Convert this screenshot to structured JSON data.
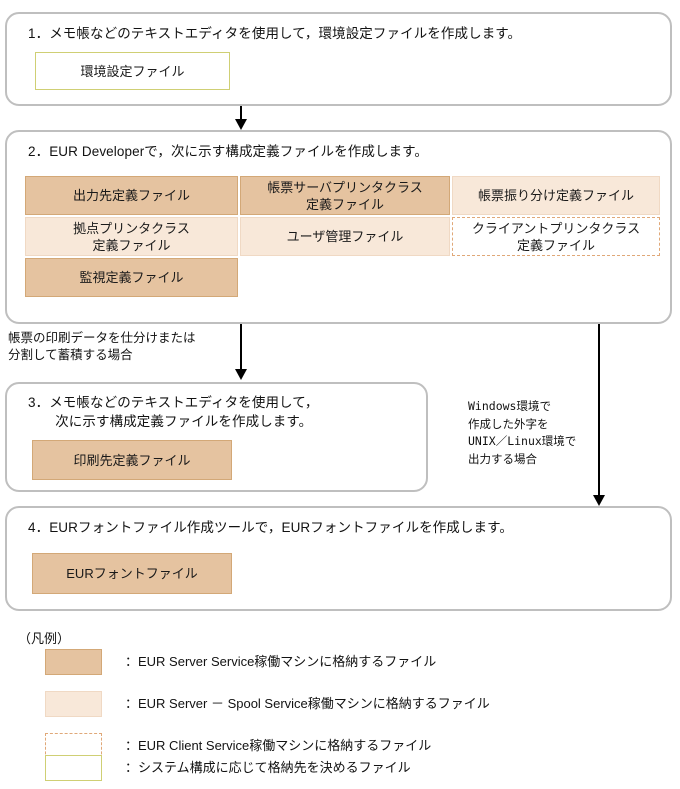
{
  "steps": [
    {
      "id": "step-1",
      "title": "1．メモ帳などのテキストエディタを使用して，環境設定ファイルを作成します。",
      "files": [
        {
          "label": "環境設定ファイル",
          "style": "outline"
        }
      ]
    },
    {
      "id": "step-2",
      "title": "2．EUR Developerで，次に示す構成定義ファイルを作成します。",
      "files": [
        {
          "label": "出力先定義ファイル",
          "style": "dark"
        },
        {
          "label": "帳票サーバプリンタクラス\n定義ファイル",
          "style": "dark"
        },
        {
          "label": "帳票振り分け定義ファイル",
          "style": "light"
        },
        {
          "label": "拠点プリンタクラス\n定義ファイル",
          "style": "light"
        },
        {
          "label": "ユーザ管理ファイル",
          "style": "light"
        },
        {
          "label": "クライアントプリンタクラス\n定義ファイル",
          "style": "dashed"
        },
        {
          "label": "監視定義ファイル",
          "style": "dark"
        }
      ]
    },
    {
      "id": "step-3",
      "title": "3．メモ帳などのテキストエディタを使用して，\n　　次に示す構成定義ファイルを作成します。",
      "files": [
        {
          "label": "印刷先定義ファイル",
          "style": "dark"
        }
      ]
    },
    {
      "id": "step-4",
      "title": "4．EURフォントファイル作成ツールで，EURフォントファイルを作成します。",
      "files": [
        {
          "label": "EURフォントファイル",
          "style": "dark"
        }
      ]
    }
  ],
  "annotations": {
    "left_condition": "帳票の印刷データを仕分けまたは\n分割して蓄積する場合",
    "right_condition": "Windows環境で\n作成した外字を\nUNIX／Linux環境で\n出力する場合"
  },
  "legend": {
    "title": "（凡例）",
    "items": [
      {
        "style": "dark",
        "label": "：EUR Server Service稼働マシンに格納するファイル"
      },
      {
        "style": "light",
        "label": "：EUR Server － Spool Service稼働マシンに格納するファイル"
      },
      {
        "style": "dashed",
        "label": "：EUR Client Service稼働マシンに格納するファイル"
      },
      {
        "style": "outline",
        "label": "：システム構成に応じて格納先を決めるファイル"
      }
    ]
  },
  "colors": {
    "chip_dark_fill": "#e5c3a0",
    "chip_dark_border": "#d3a877",
    "chip_light_fill": "#f8e8d9",
    "chip_light_border": "#f0d9c4",
    "chip_dashed_border": "#e0a878",
    "chip_outline_border": "#cfcf74",
    "container_border": "#bfbfbf",
    "arrow": "#000000",
    "text": "#121212"
  }
}
